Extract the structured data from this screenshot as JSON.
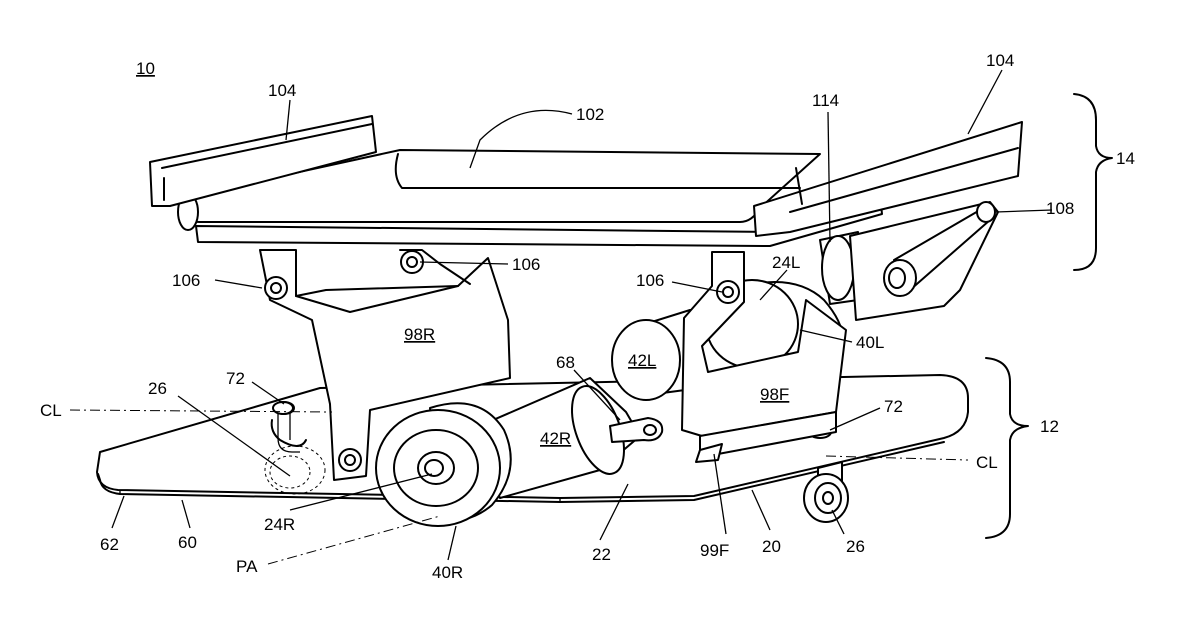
{
  "figure_number": "10",
  "labels": {
    "rail_left": "104",
    "rail_right": "104",
    "deck": "102",
    "bracket": "114",
    "upper_assembly": "14",
    "lower_assembly": "12",
    "handle": "108",
    "pivot_left": "106",
    "pivot_mid": "106",
    "pivot_right": "106",
    "axle_left": "24L",
    "wheel_left": "40L",
    "motor_left": "42L",
    "arm_rear": "98R",
    "arm_front": "98F",
    "link": "68",
    "caster_left_fastener": "72",
    "caster_right_fastener": "72",
    "caster_left": "26",
    "caster_right": "26",
    "centerline_left": "CL",
    "centerline_right": "CL",
    "motor_right": "42R",
    "axle_right": "24R",
    "wheel_right": "40R",
    "pivot_axis": "PA",
    "base_edge": "62",
    "base_bottom": "60",
    "base_plate": "22",
    "frame": "20",
    "stop": "99F"
  }
}
